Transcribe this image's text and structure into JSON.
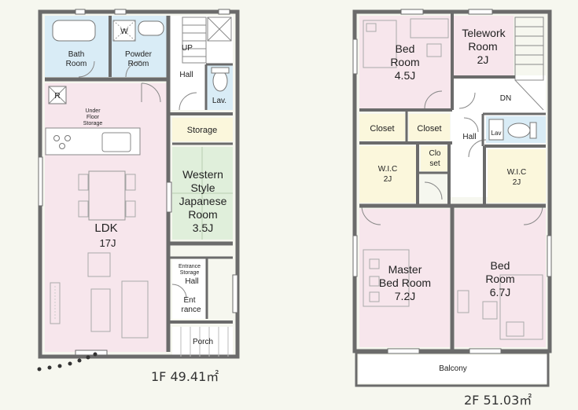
{
  "floor1": {
    "area_label": "1F 49.41㎡",
    "rooms": {
      "bath": [
        "Bath",
        "Room"
      ],
      "powder": [
        "Powder",
        "Room"
      ],
      "w_mark": "W",
      "up": "UP",
      "hall_top": "Hall",
      "lav": "Lav.",
      "r_mark": "R",
      "underfloor": [
        "Under",
        "Floor",
        "Storage"
      ],
      "storage": "Storage",
      "japanese": [
        "Western",
        "Style",
        "Japanese",
        "Room",
        "3.5J"
      ],
      "ldk": [
        "LDK",
        "17J"
      ],
      "entrance_storage": [
        "Entrance",
        "Storage"
      ],
      "hall_entrance": "Hall",
      "entrance": [
        "Ent",
        "rance"
      ],
      "porch": "Porch"
    }
  },
  "floor2": {
    "area_label": "2F 51.03㎡",
    "rooms": {
      "bed1": [
        "Bed",
        "Room",
        "4.5J"
      ],
      "telework": [
        "Telework",
        "Room",
        "2J"
      ],
      "dn": "DN",
      "closet1": "Closet",
      "closet2": "Closet",
      "hall": "Hall",
      "lav": "Lav",
      "wic1": [
        "W.I.C",
        "2J"
      ],
      "closet3": [
        "Clo",
        "set"
      ],
      "wic2": [
        "W.I.C",
        "2J"
      ],
      "master": [
        "Master",
        "Bed Room",
        "7.2J"
      ],
      "bed2": [
        "Bed",
        "Room",
        "6.7J"
      ],
      "balcony": "Balcony"
    }
  },
  "colors": {
    "wall": "#6b6b6b",
    "pink": "#f7e6ec",
    "blue": "#d9ecf6",
    "yellow": "#fbf7dc",
    "green": "#e0efdb",
    "white": "#ffffff"
  }
}
